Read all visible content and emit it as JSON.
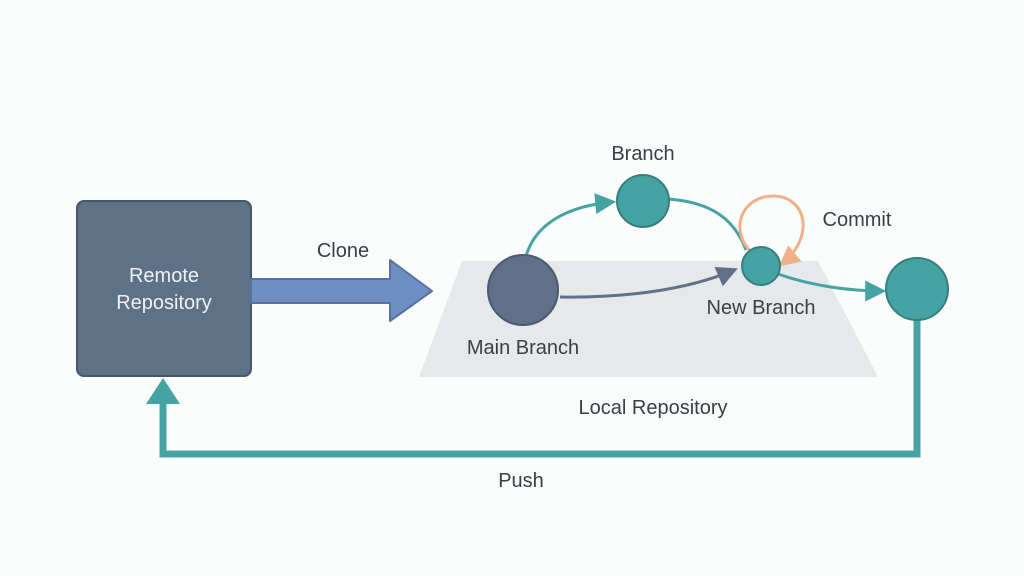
{
  "remote_repository": {
    "line1": "Remote",
    "line2": "Repository"
  },
  "clone_label": "Clone",
  "branch_label": "Branch",
  "commit_label": "Commit",
  "new_branch_label": "New Branch",
  "main_branch_label": "Main Branch",
  "local_repository_label": "Local Repository",
  "push_label": "Push",
  "colors": {
    "remote_box": "#5d7187",
    "clone_arrow": "#6f8fc4",
    "teal": "#46a3a3",
    "main_node": "#5f7088",
    "commit_loop": "#f0b088",
    "local_plane": "#e6e9ea"
  }
}
